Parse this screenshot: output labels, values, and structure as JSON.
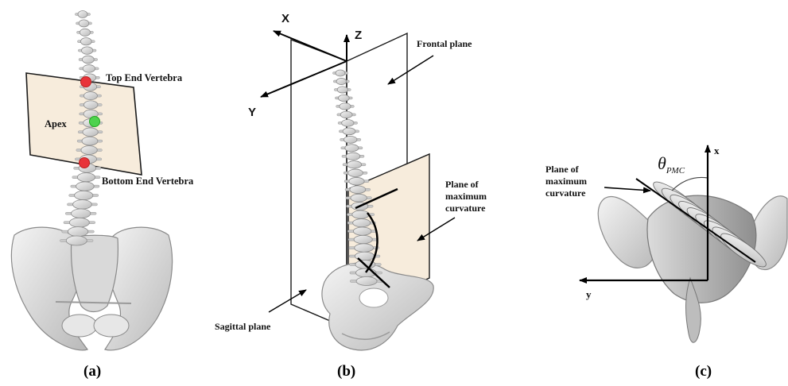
{
  "panel_a": {
    "caption": "(a)",
    "labels": {
      "top_end_vertebra": "Top End Vertebra",
      "apex": "Apex",
      "bottom_end_vertebra": "Bottom End Vertebra"
    },
    "colors": {
      "end_vertebra_marker": "#e8343a",
      "apex_marker": "#4ed24e",
      "plane_fill": "#f7ecdc"
    }
  },
  "panel_b": {
    "caption": "(b)",
    "axes": {
      "x": "X",
      "y": "Y",
      "z": "Z"
    },
    "labels": {
      "frontal_plane": "Frontal plane",
      "sagittal_plane": "Sagittal plane",
      "plane_of_max_curvature_line1": "Plane of",
      "plane_of_max_curvature_line2": "maximum",
      "plane_of_max_curvature_line3": "curvature"
    },
    "colors": {
      "plane_fill": "#f7ecdc"
    }
  },
  "panel_c": {
    "caption": "(c)",
    "axes": {
      "x": "x",
      "y": "y"
    },
    "angle_symbol": "θ",
    "angle_subscript": "PMC",
    "labels": {
      "plane_of_max_curvature_line1": "Plane of",
      "plane_of_max_curvature_line2": "maximum",
      "plane_of_max_curvature_line3": "curvature"
    }
  }
}
